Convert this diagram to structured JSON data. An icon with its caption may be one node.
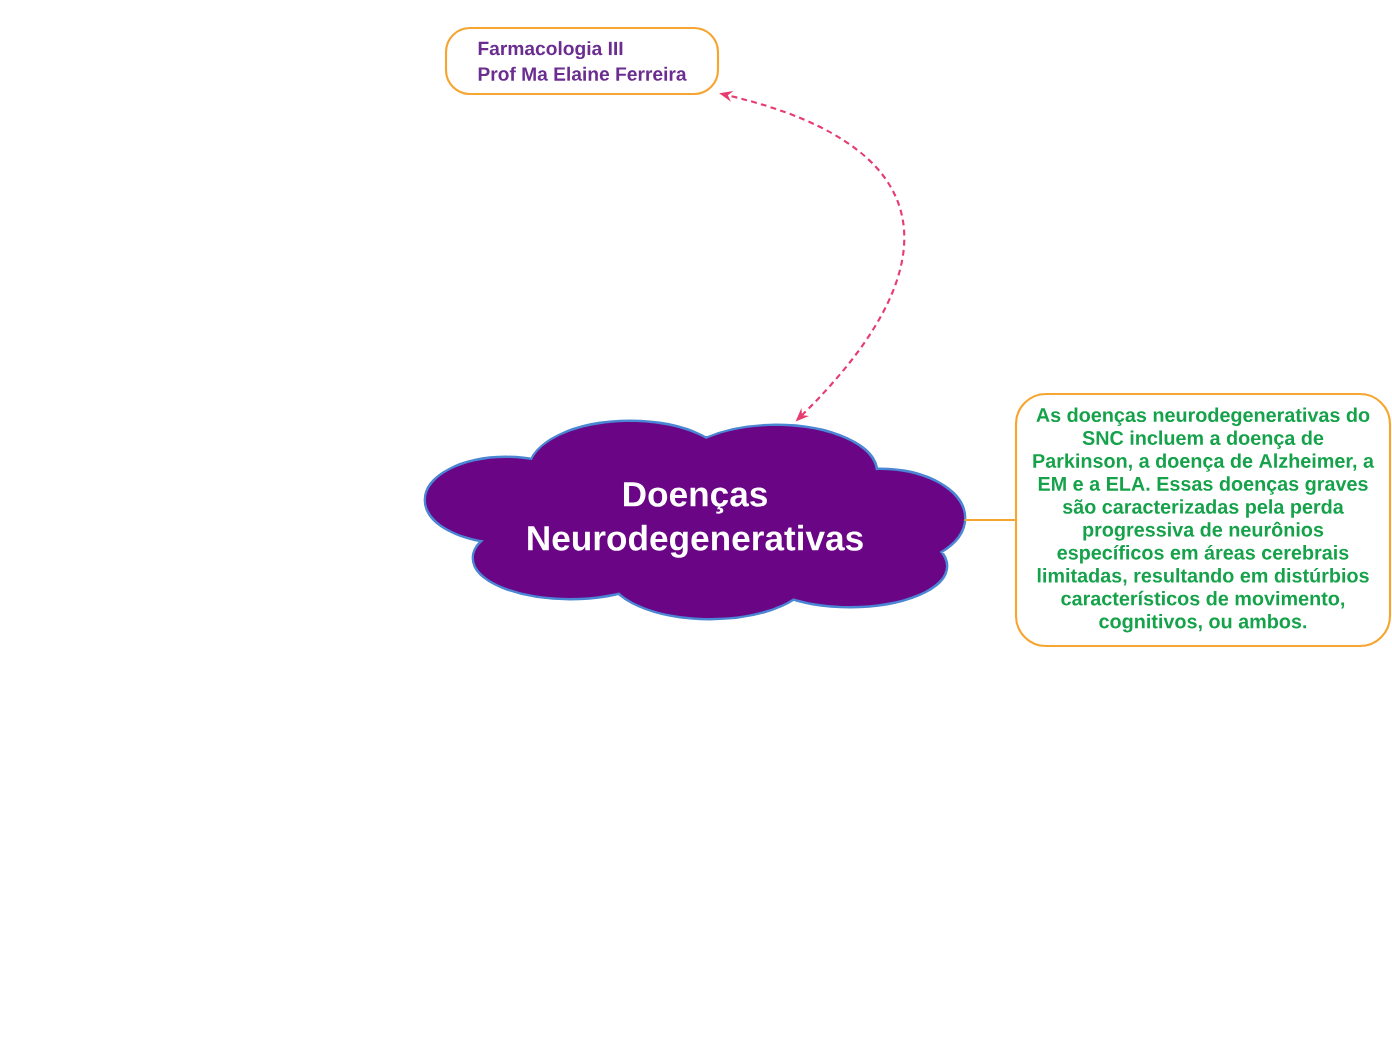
{
  "diagram": {
    "nodes": [
      {
        "text": [
          "Farmacologia III",
          "Prof Ma Elaine Ferreira"
        ]
      },
      {
        "text": [
          "Doenças Neurodegenerativas"
        ]
      },
      {
        "text": [
          "As doenças neurodegenerativas do SNC incluem a doença de Parkinson, a doença de Alzheimer, a EM e a ELA. Essas doenças graves são caracterizadas pela perda progressiva de neurônios específicos em áreas cerebrais limitadas, resultando em distúrbios característicos de movimento, cognitivos, ou ambos."
        ]
      }
    ],
    "edges": [
      {
        "from": 1,
        "to": 0,
        "arrow": "both",
        "style": "dashed",
        "color": "#e63c70"
      },
      {
        "from": 1,
        "to": 2,
        "arrow": "none",
        "color": "#f6a530"
      }
    ]
  }
}
